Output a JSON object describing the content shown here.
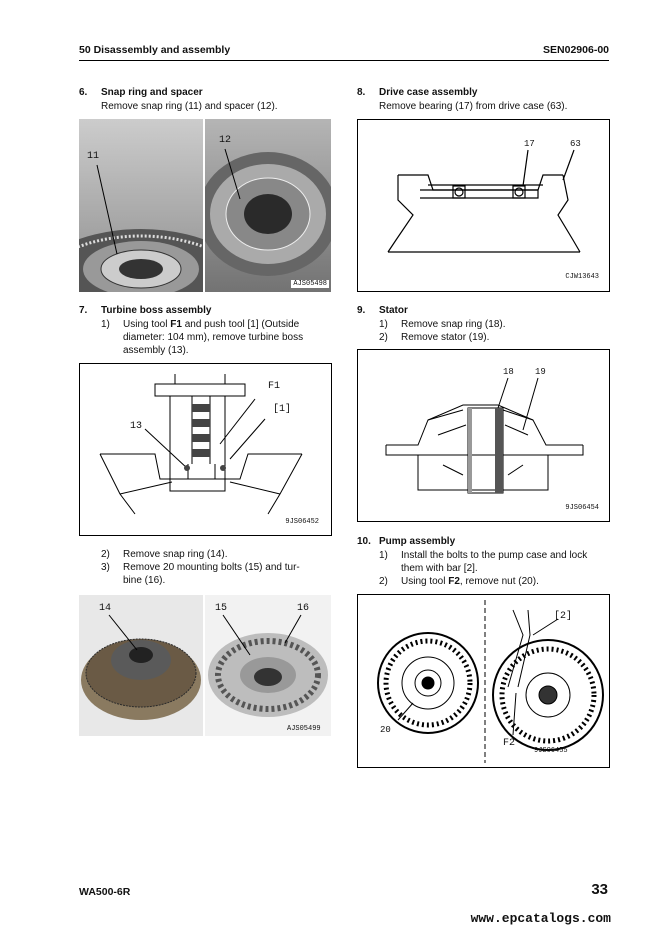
{
  "header": {
    "left": "50 Disassembly and assembly",
    "right": "SEN02906-00"
  },
  "sec6": {
    "num": "6.",
    "title": "Snap ring and spacer",
    "body": "Remove snap ring (11) and spacer (12).",
    "callouts": [
      "11",
      "12"
    ],
    "code": "AJS05498"
  },
  "sec7": {
    "num": "7.",
    "title": "Turbine boss assembly",
    "step1_num": "1)",
    "step1_l1": "Using tool",
    "step1_tool": "F1",
    "step1_l1b": "and push tool [1] (Outside",
    "step1_l2": "diameter: 104 mm), remove turbine boss",
    "step1_l3": "assembly (13).",
    "callouts": [
      "F1",
      "[1]",
      "13"
    ],
    "code": "9JS06452",
    "step2_num": "2)",
    "step2": "Remove snap ring (14).",
    "step3_num": "3)",
    "step3_l1": "Remove 20 mounting bolts (15) and tur-",
    "step3_l2": "bine (16).",
    "photo_callouts": [
      "14",
      "15",
      "16"
    ],
    "photo_code": "AJS05499"
  },
  "sec8": {
    "num": "8.",
    "title": "Drive case assembly",
    "body": "Remove bearing (17) from drive case (63).",
    "callouts": [
      "17",
      "63"
    ],
    "code": "CJW13643"
  },
  "sec9": {
    "num": "9.",
    "title": "Stator",
    "step1_num": "1)",
    "step1": "Remove snap ring (18).",
    "step2_num": "2)",
    "step2": "Remove stator (19).",
    "callouts": [
      "18",
      "19"
    ],
    "code": "9JS06454"
  },
  "sec10": {
    "num": "10.",
    "title": "Pump assembly",
    "step1_num": "1)",
    "step1_l1": "Install the bolts to the pump case and lock",
    "step1_l2": "them with bar [2].",
    "step2_num": "2)",
    "step2_a": "Using tool",
    "step2_tool": "F2",
    "step2_b": ", remove nut (20).",
    "callouts": [
      "[2]",
      "20",
      "F2"
    ],
    "code": "9JS06455"
  },
  "footer": {
    "model": "WA500-6R",
    "page": "33",
    "site": "www.epcatalogs.com"
  }
}
